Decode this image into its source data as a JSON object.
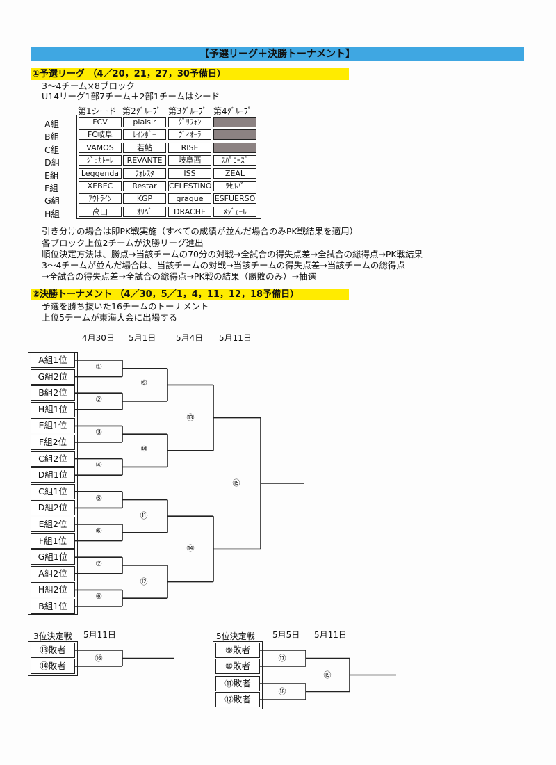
{
  "title": "【予選リーグ＋決勝トーナメント】",
  "section1": {
    "heading": "①予選リーグ （4／20，21，27，30予備日）",
    "line1": "3～4チーム×8ブロック",
    "line2": "U14リーグ1部7チーム＋2部1チームはシード",
    "col_headers": [
      "第1シード",
      "第2ｸﾞﾙｰﾌﾟ",
      "第3ｸﾞﾙｰﾌﾟ",
      "第4ｸﾞﾙｰﾌﾟ"
    ],
    "groups": [
      {
        "label": "A組",
        "teams": [
          "FCV",
          "plaisir",
          "ｸﾞﾘﾌｫﾝ",
          ""
        ]
      },
      {
        "label": "B組",
        "teams": [
          "FC岐阜",
          "ﾚｲﾝﾎﾞｰ",
          "ｳﾞｨｵｰﾗ",
          ""
        ]
      },
      {
        "label": "C組",
        "teams": [
          "VAMOS",
          "若鮎",
          "RISE",
          ""
        ]
      },
      {
        "label": "D組",
        "teams": [
          "ｼﾞｮｶﾄｰﾚ",
          "REVANTE",
          "岐阜西",
          "ｽﾊﾟﾛｰｽﾞ"
        ]
      },
      {
        "label": "E組",
        "teams": [
          "Leggenda",
          "ﾌｫﾚｽﾀ",
          "ISS",
          "ZEAL"
        ]
      },
      {
        "label": "F組",
        "teams": [
          "XEBEC",
          "Restar",
          "CELESTINO",
          "ﾗｾﾙﾊﾞ"
        ]
      },
      {
        "label": "G組",
        "teams": [
          "ｱｳﾄﾗｲﾝ",
          "KGP",
          "graque",
          "ESFUERSO"
        ]
      },
      {
        "label": "H組",
        "teams": [
          "高山",
          "ｵﾘﾍﾞ",
          "DRACHE",
          "ﾒｼﾞｪｰﾙ"
        ]
      }
    ],
    "rules": [
      "引き分けの場合は即PK戦実施（すべての成績が並んだ場合のみPK戦結果を適用）",
      "各ブロック上位2チームが決勝リーグ進出",
      "順位決定方法は、勝点→当該チームの70分の対戦→全試合の得失点差→全試合の総得点→PK戦結果",
      "3～4チームが並んだ場合は、当該チームの対戦→当該チームの得失点差→当該チームの総得点",
      "→全試合の得失点差→全試合の総得点→PK戦の結果（勝敗のみ）→抽選"
    ]
  },
  "section2": {
    "heading": "②決勝トーナメント （4／30，5／1，4，11，12，18予備日）",
    "line1": "予選を勝ち抜いた16チームのトーナメント",
    "line2": "上位5チームが東海大会に出場する",
    "dates": [
      "4月30日",
      "5月1日",
      "5月4日",
      "5月11日"
    ],
    "teams": [
      "A組1位",
      "G組2位",
      "B組2位",
      "H組1位",
      "E組1位",
      "F組2位",
      "C組2位",
      "D組1位",
      "C組1位",
      "D組2位",
      "E組2位",
      "F組1位",
      "G組1位",
      "A組2位",
      "H組2位",
      "B組1位"
    ],
    "r1": [
      "①",
      "②",
      "③",
      "④",
      "⑤",
      "⑥",
      "⑦",
      "⑧"
    ],
    "r2": [
      "⑨",
      "⑩",
      "⑪",
      "⑫"
    ],
    "r3": [
      "⑬",
      "⑭"
    ],
    "final": "⑮"
  },
  "third_place": {
    "label": "3位決定戦",
    "date": "5月11日",
    "teams": [
      "⑬敗者",
      "⑭敗者"
    ],
    "match": "⑯"
  },
  "fifth_place": {
    "label": "5位決定戦",
    "dates": [
      "5月5日",
      "5月11日"
    ],
    "teams": [
      "⑨敗者",
      "⑩敗者",
      "⑪敗者",
      "⑫敗者"
    ],
    "matches": [
      "⑰",
      "⑱"
    ],
    "final": "⑲"
  }
}
